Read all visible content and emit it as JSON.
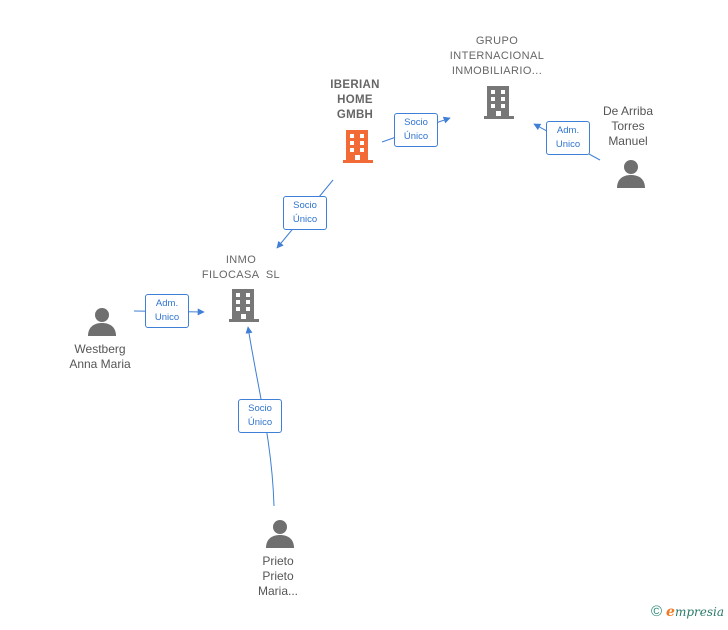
{
  "nodes": {
    "iberian": {
      "label_lines": [
        "IBERIAN",
        "HOME",
        "GMBH"
      ],
      "type": "company",
      "highlight": true
    },
    "grupo": {
      "label_lines": [
        "GRUPO",
        "INTERNACIONAL",
        "INMOBILIARIO..."
      ],
      "type": "company"
    },
    "dearriba": {
      "label_lines": [
        "De Arriba",
        "Torres",
        "Manuel"
      ],
      "type": "person"
    },
    "inmo": {
      "label_lines": [
        "INMO",
        "FILOCASA  SL"
      ],
      "type": "company"
    },
    "westberg": {
      "label_lines": [
        "Westberg",
        "Anna Maria"
      ],
      "type": "person"
    },
    "prieto": {
      "label_lines": [
        "Prieto",
        "Prieto",
        "Maria..."
      ],
      "type": "person"
    }
  },
  "edges": [
    {
      "id": "iberian-grupo",
      "label_lines": [
        "Socio",
        "Único"
      ]
    },
    {
      "id": "dearriba-grupo",
      "label_lines": [
        "Adm.",
        "Unico"
      ]
    },
    {
      "id": "iberian-inmo",
      "label_lines": [
        "Socio",
        "Único"
      ]
    },
    {
      "id": "westberg-inmo",
      "label_lines": [
        "Adm.",
        "Unico"
      ]
    },
    {
      "id": "prieto-inmo",
      "label_lines": [
        "Socio",
        "Único"
      ]
    }
  ],
  "colors": {
    "edge": "#3f7fd6",
    "company_icon": "#777777",
    "company_icon_highlight": "#f26a35",
    "person_icon": "#6f6f6f"
  },
  "footer": {
    "copyright": "©",
    "brand_initial": "e",
    "brand_rest": "mpresia"
  }
}
